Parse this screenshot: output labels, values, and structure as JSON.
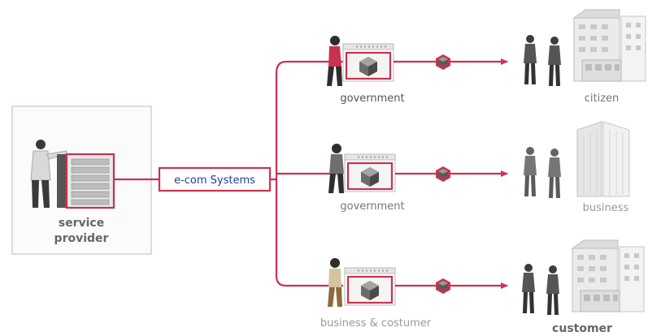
{
  "provider": {
    "label_line1": "service",
    "label_line2": "provider"
  },
  "hub": {
    "label": "e-com Systems"
  },
  "rows": [
    {
      "source_label": "government",
      "target_label": "citizen"
    },
    {
      "source_label": "government",
      "target_label": "business"
    },
    {
      "source_label": "business & costumer",
      "target_label": "customer"
    }
  ],
  "colors": {
    "wire": "#c8334f",
    "hub_text": "#1f3fa0",
    "box_border": "#d6dde5"
  }
}
